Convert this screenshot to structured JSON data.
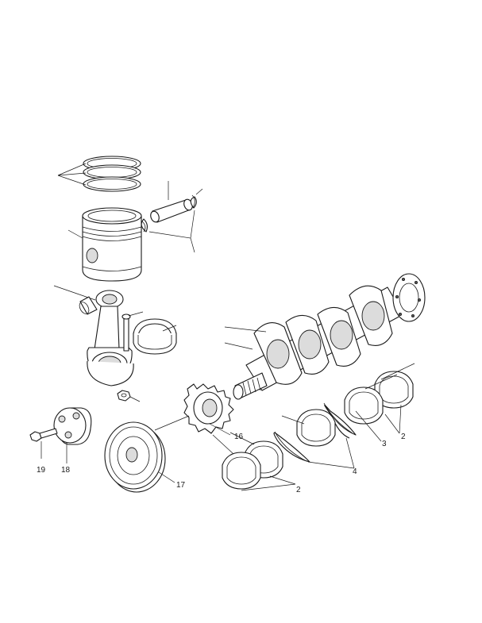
{
  "callouts": {
    "c2_right": "2",
    "c2_bottom": "2",
    "c3": "3",
    "c4": "4",
    "c16": "16",
    "c17": "17",
    "c18": "18",
    "c19": "19"
  }
}
